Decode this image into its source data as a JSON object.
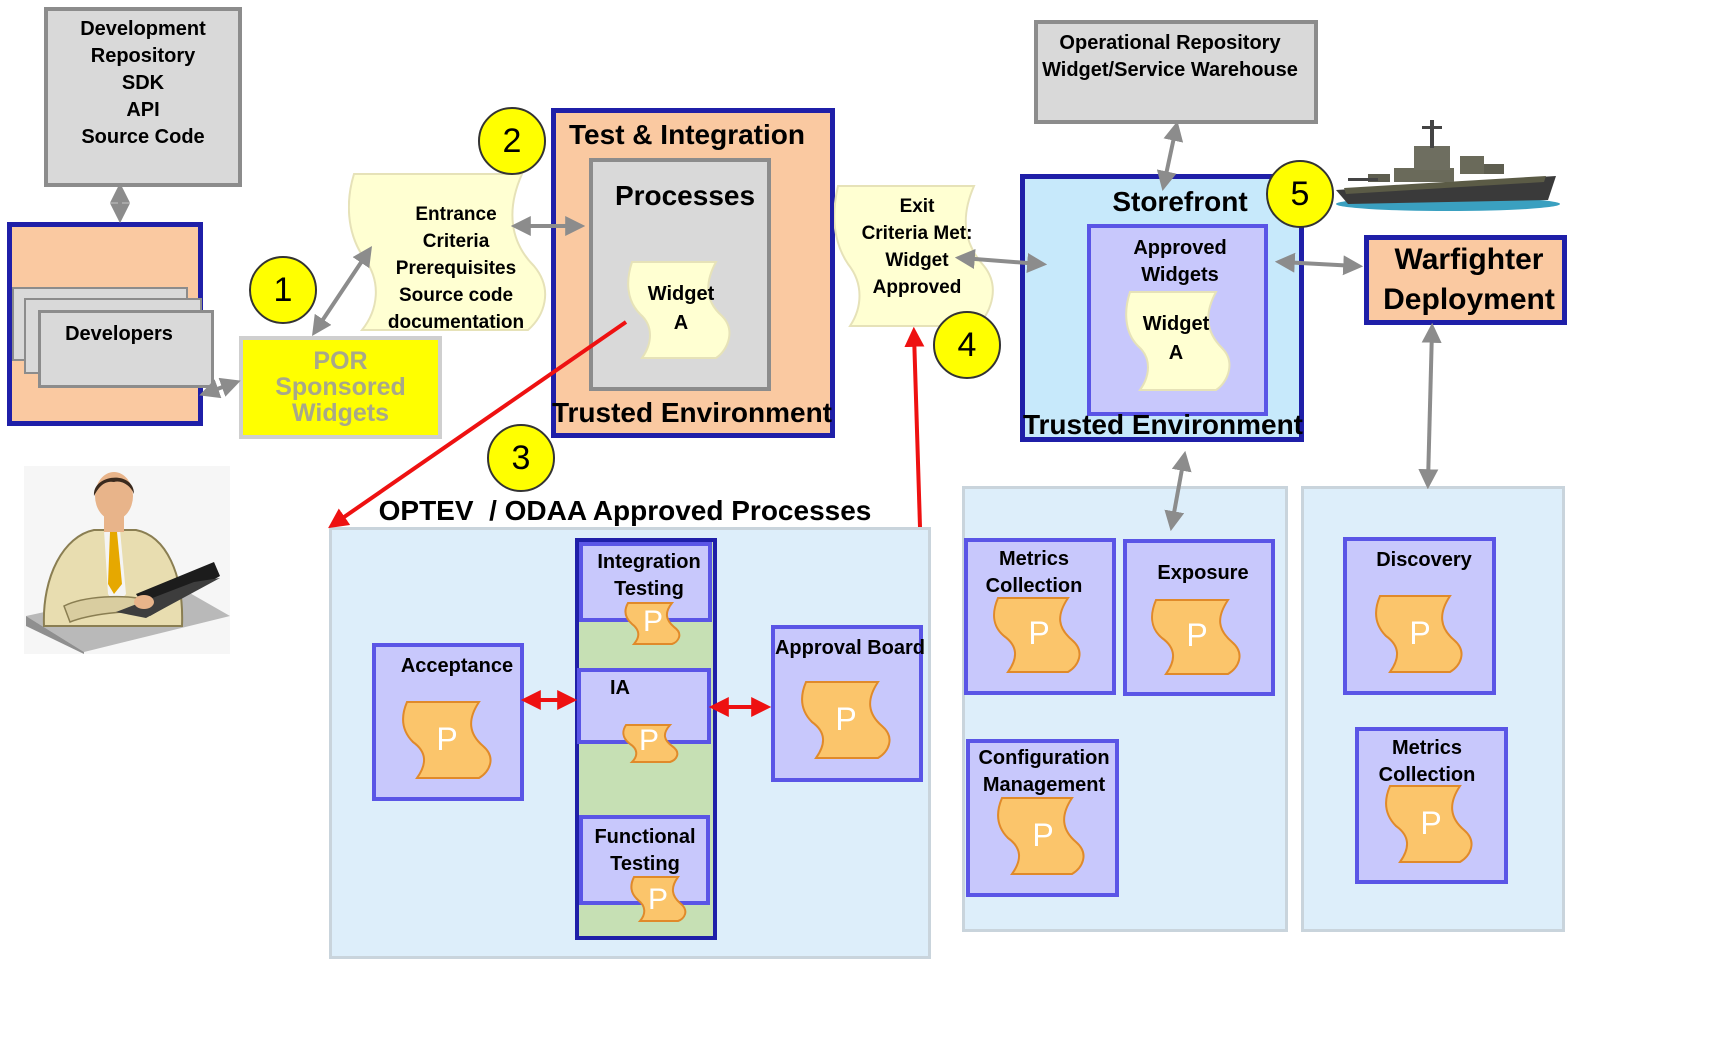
{
  "dev_repo": {
    "lines": [
      "Development",
      "Repository",
      "SDK",
      "API",
      "Source Code"
    ]
  },
  "developers": {
    "label": "Developers"
  },
  "por": {
    "lines": [
      "POR",
      "Sponsored",
      "Widgets"
    ]
  },
  "entrance": {
    "lines": [
      "Entrance",
      "Criteria",
      "Prerequisites",
      "Source code",
      "documentation"
    ]
  },
  "test_integration": {
    "title": "Test & Integration",
    "processes": "Processes",
    "widget_label": "Widget",
    "widget_letter": "A",
    "trusted": "Trusted Environment"
  },
  "exit": {
    "lines": [
      "Exit",
      "Criteria Met:",
      "Widget",
      "Approved"
    ]
  },
  "operational_repo": {
    "lines": [
      "Operational Repository",
      "Widget/Service Warehouse"
    ]
  },
  "storefront": {
    "title": "Storefront",
    "approved": [
      "Approved",
      "Widgets"
    ],
    "widget_label": "Widget",
    "widget_letter": "A",
    "trusted": "Trusted Environment"
  },
  "warfighter": {
    "lines": [
      "Warfighter",
      "Deployment"
    ]
  },
  "numbers": {
    "n1": "1",
    "n2": "2",
    "n3": "3",
    "n4": "4",
    "n5": "5"
  },
  "optev": {
    "title": "OPTEV  / ODAA Approved Processes",
    "acceptance": "Acceptance",
    "integration_testing": [
      "Integration",
      "Testing"
    ],
    "ia": "IA",
    "functional_testing": [
      "Functional",
      "Testing"
    ],
    "approval_board": "Approval Board"
  },
  "store_processes": {
    "metrics": [
      "Metrics",
      "Collection"
    ],
    "exposure": "Exposure",
    "config": [
      "Configuration",
      "Management"
    ]
  },
  "deploy_processes": {
    "discovery": "Discovery",
    "metrics": [
      "Metrics",
      "Collection"
    ]
  },
  "process_icon_letter": "P",
  "colors": {
    "gray_arrow": "#8c8c8c",
    "red_arrow": "#ee1111",
    "dark_blue_border": "#1f1fa8",
    "peach": "#fac9a1",
    "yellow": "#ffff00",
    "light_blue": "#ddeefa",
    "lavender": "#c8c8fc",
    "scroll_orange": "#fbc56b",
    "scroll_cream": "#ffffd2"
  }
}
